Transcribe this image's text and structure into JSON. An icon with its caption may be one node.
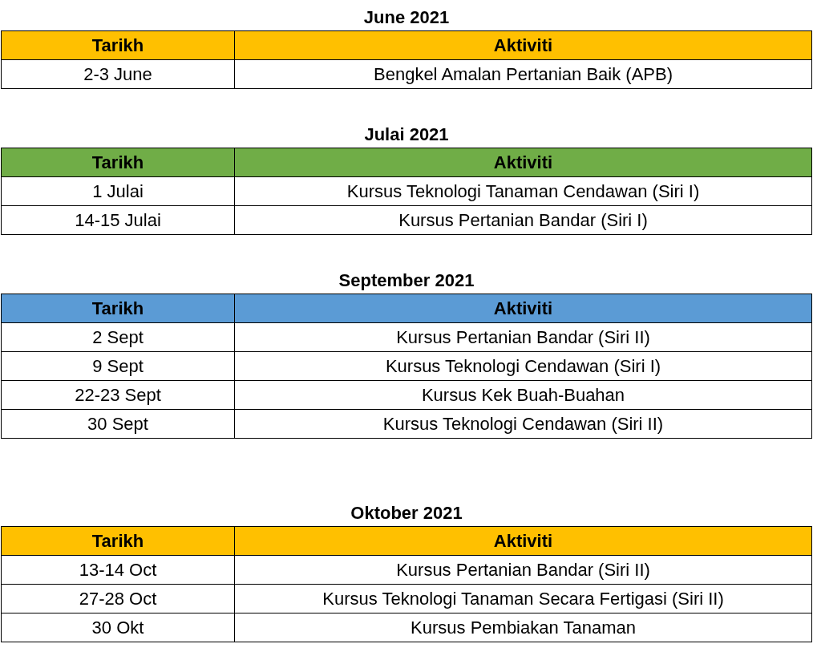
{
  "diagram": {
    "labels": [
      "June 2021",
      "Tarikh",
      "Aktiviti",
      "2-3 June",
      "Bengkel Amalan Pertanian Baik (APB)",
      "Julai 2021",
      "Tarikh",
      "Aktiviti",
      "1 Julai",
      "Kursus Teknologi Tanaman Cendawan (Siri I)",
      "14-15 Julai",
      "Kursus Pertanian Bandar (Siri I)",
      "September 2021",
      "Tarikh",
      "Aktiviti",
      "2 Sept",
      "Kursus Pertanian Bandar (Siri II)",
      "9 Sept",
      "Kursus Teknologi Cendawan (Siri I)",
      "22-23 Sept",
      "Kursus Kek Buah-Buahan",
      "30 Sept",
      "Kursus Teknologi Cendawan (Siri II)",
      "Oktober 2021",
      "Tarikh",
      "Aktiviti",
      "13-14 Oct",
      "Kursus Pertanian Bandar (Siri II)",
      "27-28 Oct",
      "Kursus Teknologi Tanaman Secara Fertigasi (Siri II)",
      "30 Okt",
      "Kursus Pembiakan Tanaman"
    ]
  }
}
